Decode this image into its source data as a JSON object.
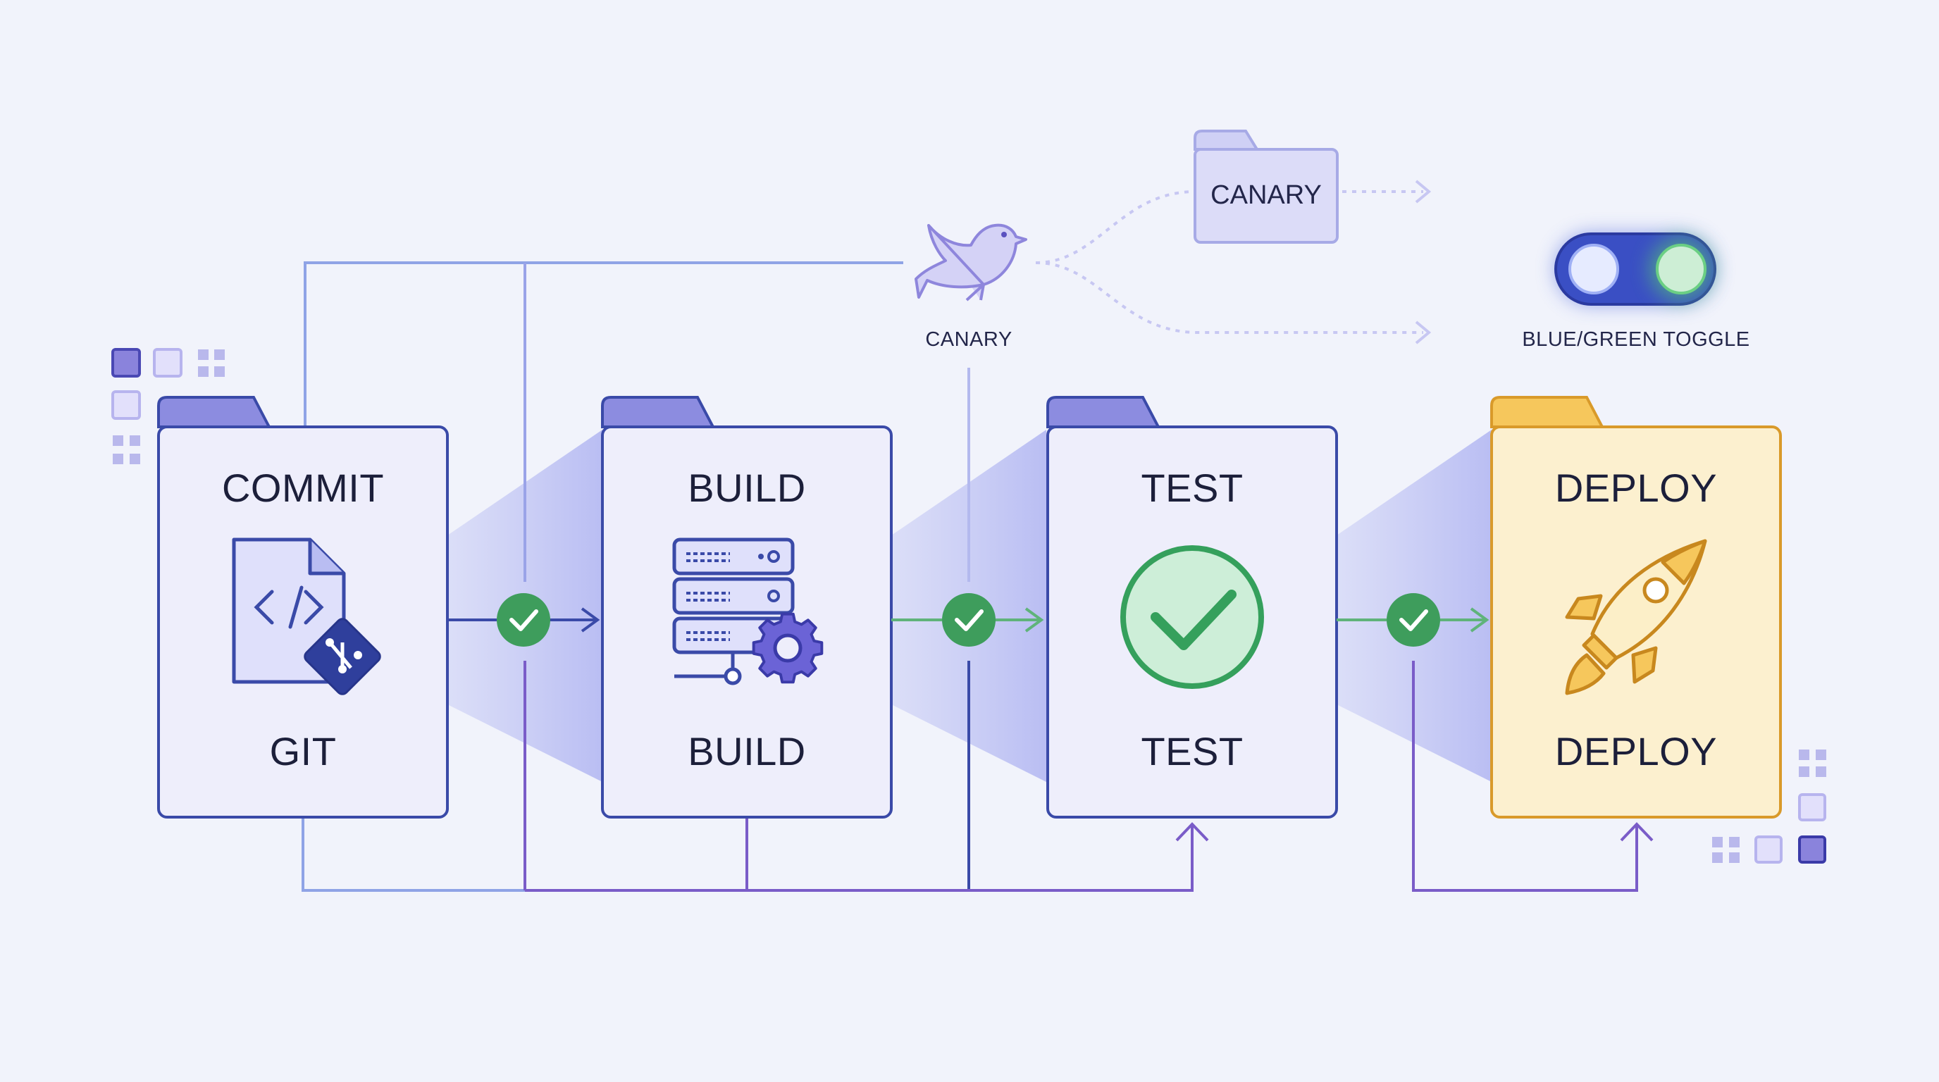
{
  "stages": [
    {
      "title": "COMMIT",
      "subtitle": "GIT",
      "icon": "git-file-icon"
    },
    {
      "title": "BUILD",
      "subtitle": "BUILD",
      "icon": "server-gear-icon"
    },
    {
      "title": "TEST",
      "subtitle": "TEST",
      "icon": "check-circle-icon"
    },
    {
      "title": "DEPLOY",
      "subtitle": "DEPLOY",
      "icon": "rocket-icon"
    }
  ],
  "canary": {
    "label": "CANARY",
    "folder_label": "CANARY",
    "icon": "bird-icon"
  },
  "toggle": {
    "label": "BLUE/GREEN TOGGLE",
    "left_color": "#4f6ee8",
    "right_color": "#4fc46a"
  },
  "colors": {
    "accent": "#3a4aa8",
    "success": "#3f9f5f",
    "deploy": "#e9a93a",
    "card_fill": "#eeeefb",
    "deploy_fill": "#fcf0cf"
  }
}
